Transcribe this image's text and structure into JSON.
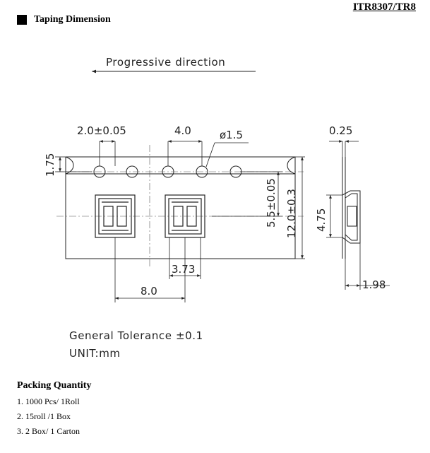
{
  "header": {
    "doc_title": "ITR8307/TR8",
    "section_title": "Taping Dimension"
  },
  "drawing": {
    "progressive_direction": "Progressive direction",
    "dim_hole_diameter_tol": "2.0±0.05",
    "dim_pitch": "4.0",
    "dim_hole_dia": "ø1.5",
    "dim_thickness": "0.25",
    "dim_edge": "1.75",
    "dim_center_offset": "5.5±0.05",
    "dim_width": "12.0±0.3",
    "dim_pocket_depth": "4.75",
    "dim_pocket_width": "3.73",
    "dim_pocket_pitch": "8.0",
    "dim_height": "1.98",
    "general_tolerance": "General Tolerance  ±0.1",
    "unit": "UNIT:mm"
  },
  "packing": {
    "title": "Packing Quantity",
    "items": [
      "1. 1000 Pcs/ 1Roll",
      "2. 15roll /1 Box",
      "3. 2 Box/ 1 Carton"
    ]
  }
}
